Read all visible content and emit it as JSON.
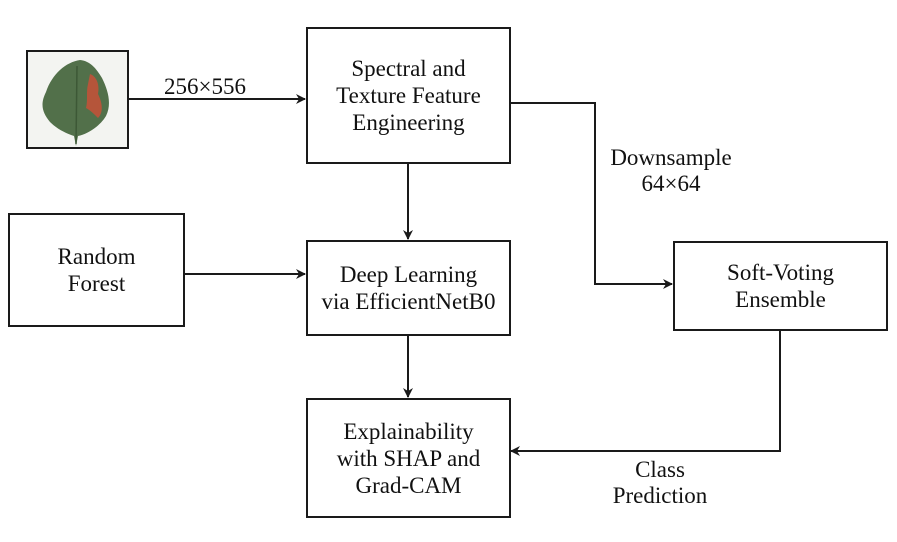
{
  "diagram": {
    "input_image": {
      "description": "tomato leaf with reddish-brown lesion",
      "icon": "leaf-image"
    },
    "nodes": {
      "feature_engineering": "Spectral and\nTexture Feature\nEngineering",
      "random_forest": "Random\nForest",
      "deep_learning": "Deep Learning\nvia EfficientNetB0",
      "soft_voting": "Soft-Voting\nEnsemble",
      "explainability": "Explainability\nwith SHAP and\nGrad-CAM"
    },
    "edge_labels": {
      "input_size": "256×556",
      "downsample": "Downsample\n64×64",
      "class_prediction": "Class\nPrediction"
    },
    "colors": {
      "line": "#1a1a1a",
      "leaf_green": "#4f6e43",
      "lesion": "#b5553a",
      "background": "#ffffff"
    }
  }
}
